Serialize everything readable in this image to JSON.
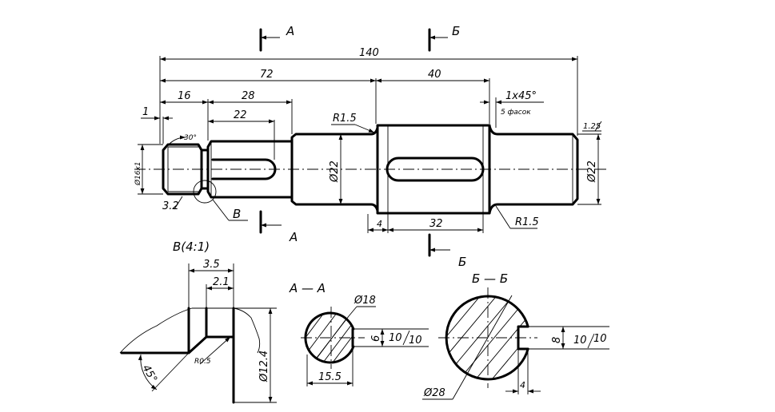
{
  "section_marks": {
    "a_top": "А",
    "a_bottom": "А",
    "b_top": "Б",
    "b_bottom": "Б",
    "detail": "В"
  },
  "dimensions": {
    "overall_length": "140",
    "length_72": "72",
    "length_40": "40",
    "length_16": "16",
    "length_28": "28",
    "length_22": "22",
    "chamfer_1": "1",
    "thread": "Ø16x1",
    "angle_30": "30°",
    "groove_3_2": "3.2",
    "fillet_left": "R1.5",
    "fillet_right": "R1.5",
    "diam_mid": "Ø22",
    "diam_right": "Ø22",
    "chamfer_note": "1x45°",
    "chamfer_count": "5 фасок",
    "roughness_right": "1.25",
    "slot_offset": "4",
    "slot_length": "32"
  },
  "detail_view": {
    "title": "В(4:1)",
    "dim_3_5": "3.5",
    "dim_2_1": "2.1",
    "radius": "R0.5",
    "angle": "45°",
    "diameter": "Ø12.4"
  },
  "section_a": {
    "title": "А — А",
    "diameter": "Ø18",
    "keyway_depth": "6",
    "keyway_width": "15.5",
    "fit_value": "10",
    "fit_value_2": "10"
  },
  "section_b": {
    "title": "Б — Б",
    "diameter": "Ø28",
    "keyway_depth": "8",
    "keyway_width": "4",
    "fit_value": "10",
    "fit_value_2": "10"
  }
}
